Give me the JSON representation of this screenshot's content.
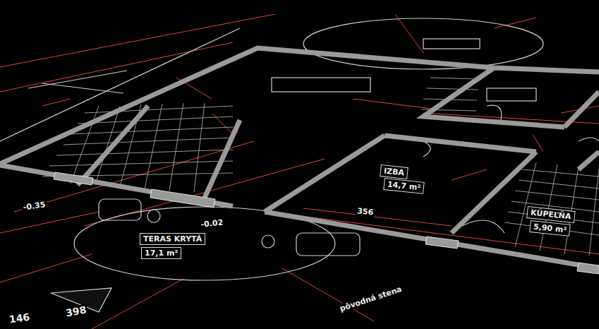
{
  "diagram": {
    "labels": [
      "-0.35",
      "-0.02",
      "TERAS KRYTÁ",
      "17,1 m²",
      "398",
      "146",
      "356",
      "IZBA",
      "14,7 m²",
      "KÚPEĽŇA",
      "5,90 m²",
      "pôvodná stena"
    ]
  }
}
